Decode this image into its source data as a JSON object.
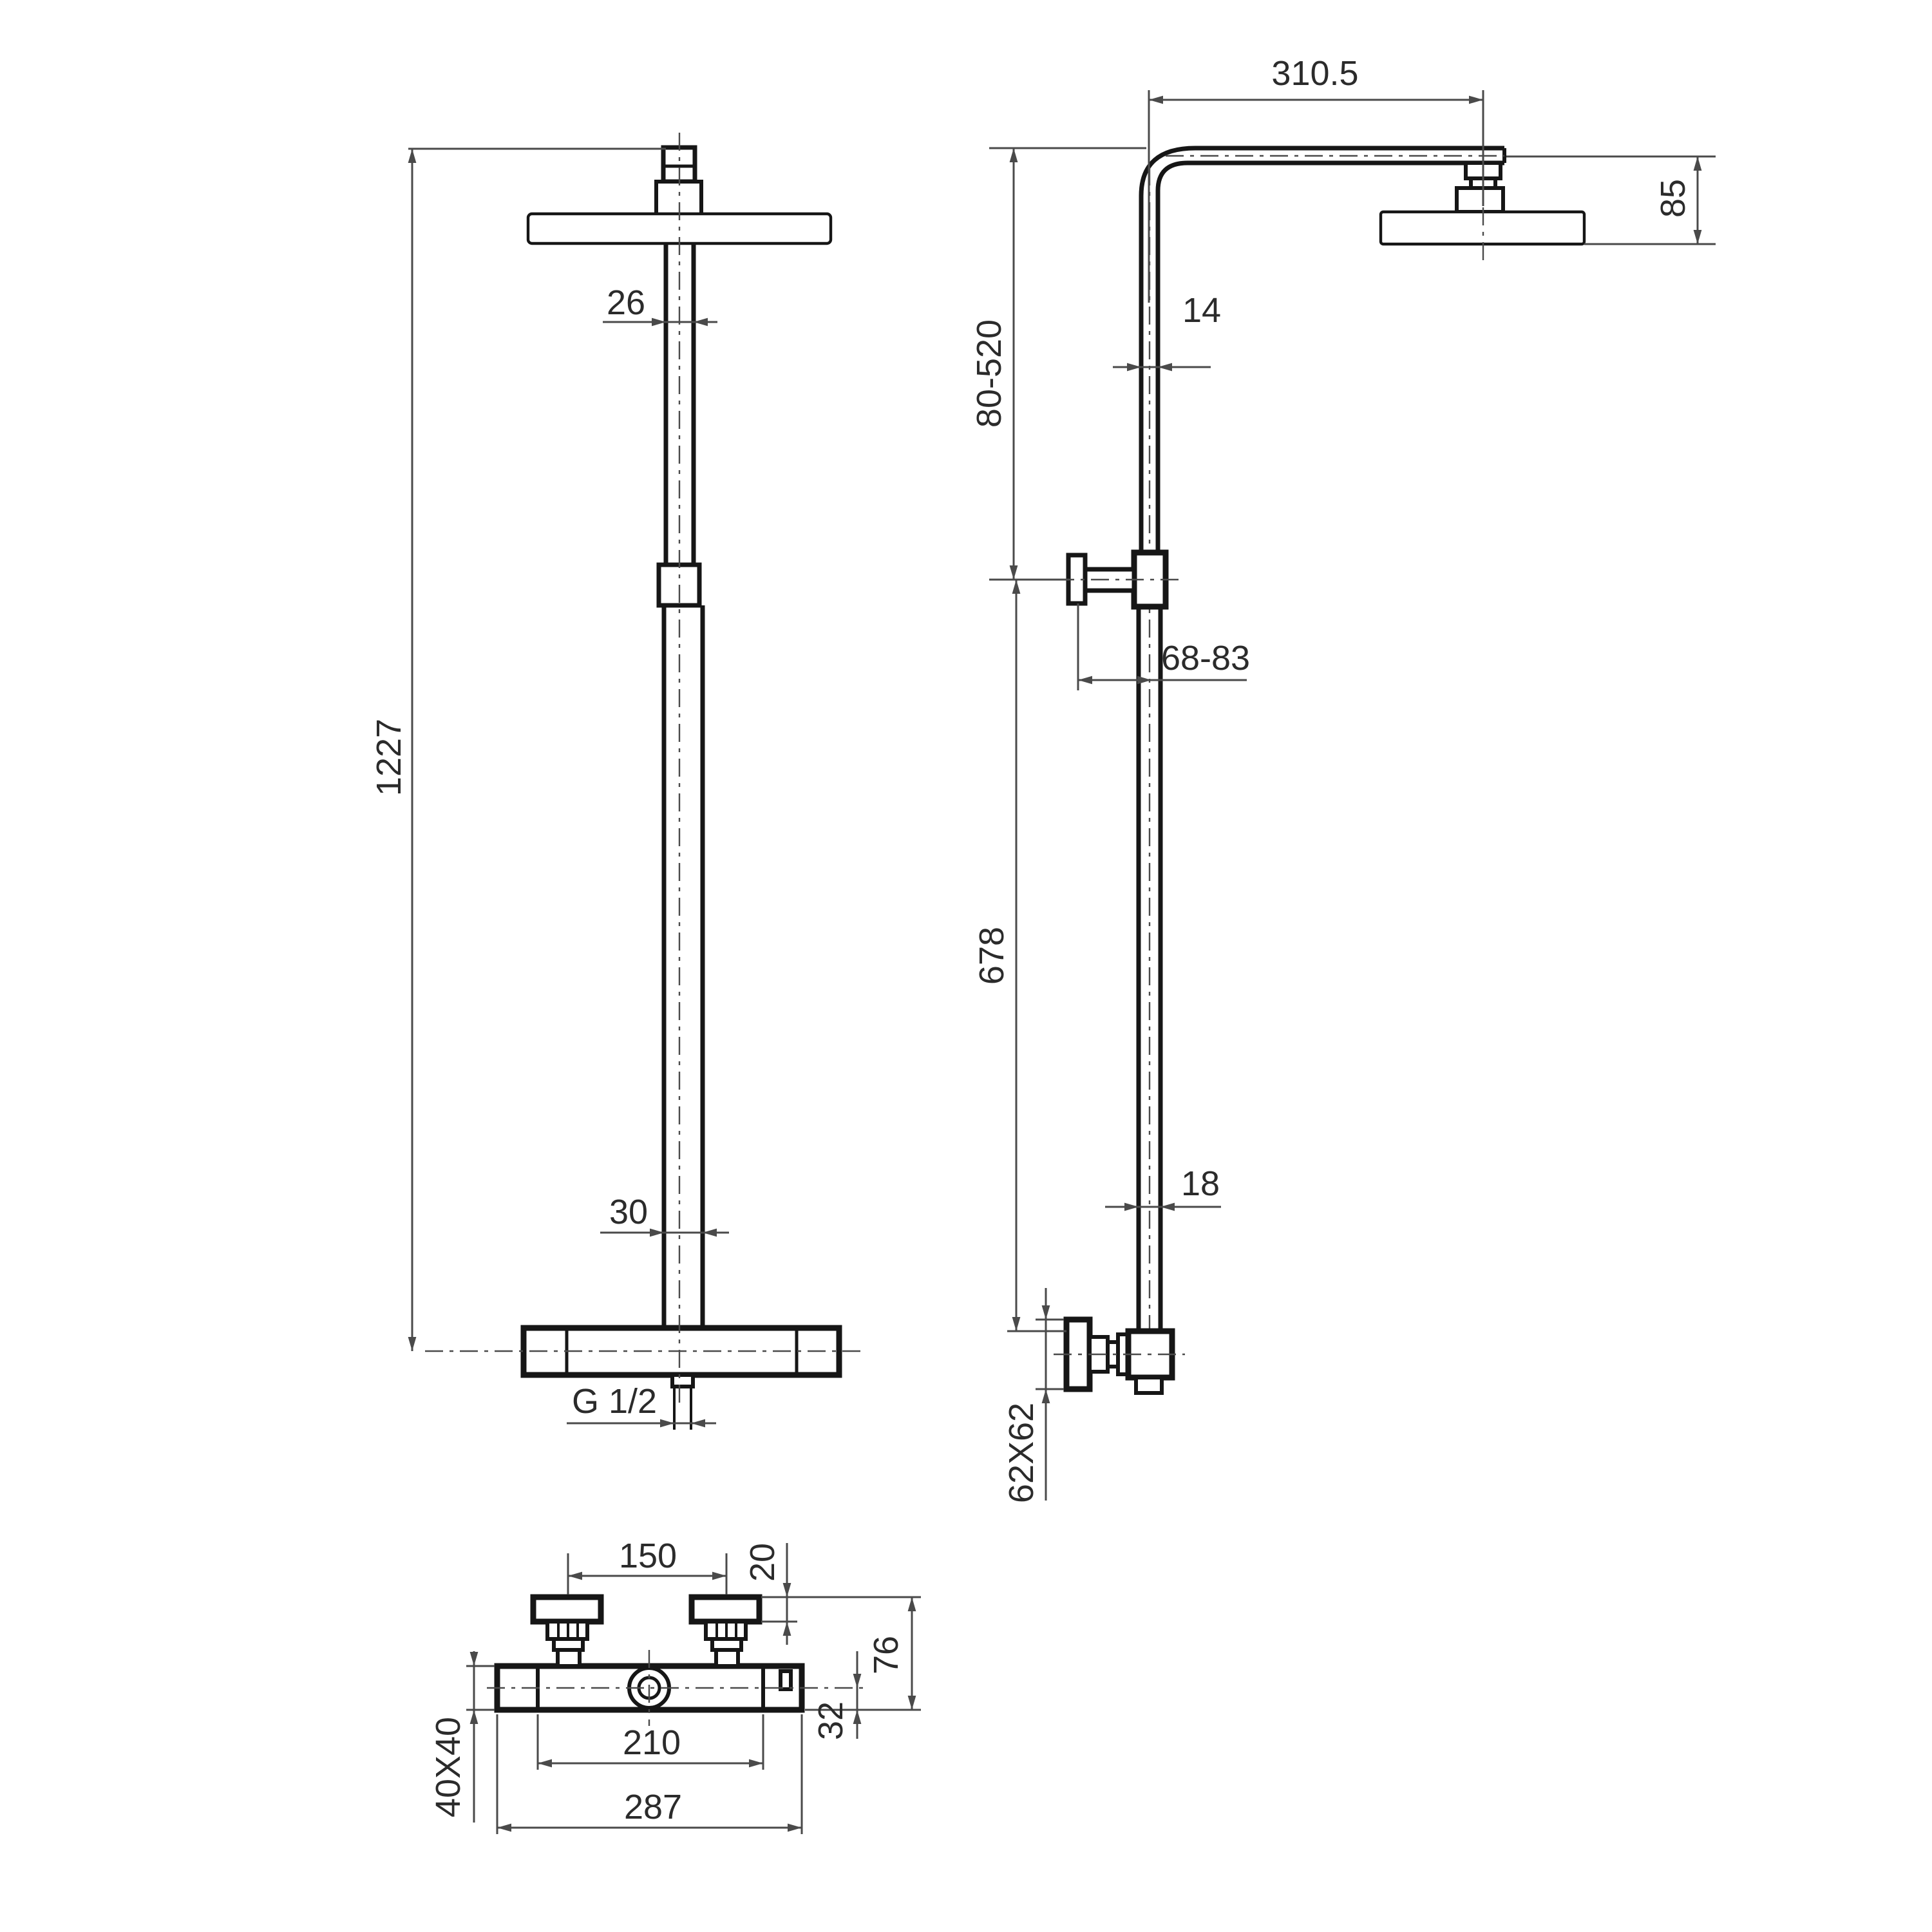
{
  "theme": {
    "background": "#ffffff",
    "object_line_color": "#161616",
    "dimension_line_color": "#4a4a4a",
    "text_color": "#2b2b2b"
  },
  "drawing": {
    "type": "technical-dimension-drawing",
    "subject": "thermostatic shower column with overhead shower and mixer valve",
    "views": {
      "front": {
        "name": "front-elevation",
        "dims": {
          "overall_height": "1227",
          "upper_pipe": "26",
          "lower_pipe": "30",
          "inlet_thread": "G 1/2"
        }
      },
      "side": {
        "name": "side-elevation",
        "dims": {
          "arm_reach": "310.5",
          "head_drop": "85",
          "upper_pipe": "14",
          "riser_adjust": "80-520",
          "bracket_offset": "68-83",
          "lower_riser": "678",
          "lower_pipe": "18",
          "wall_plate": "62X62"
        }
      },
      "valve": {
        "name": "mixer-valve-detail",
        "dims": {
          "handle_centers": "150",
          "handle_height": "20",
          "total_depth": "76",
          "outlet_offset": "32",
          "union_centers": "210",
          "overall_width": "287",
          "body_section": "40X40"
        }
      }
    }
  }
}
